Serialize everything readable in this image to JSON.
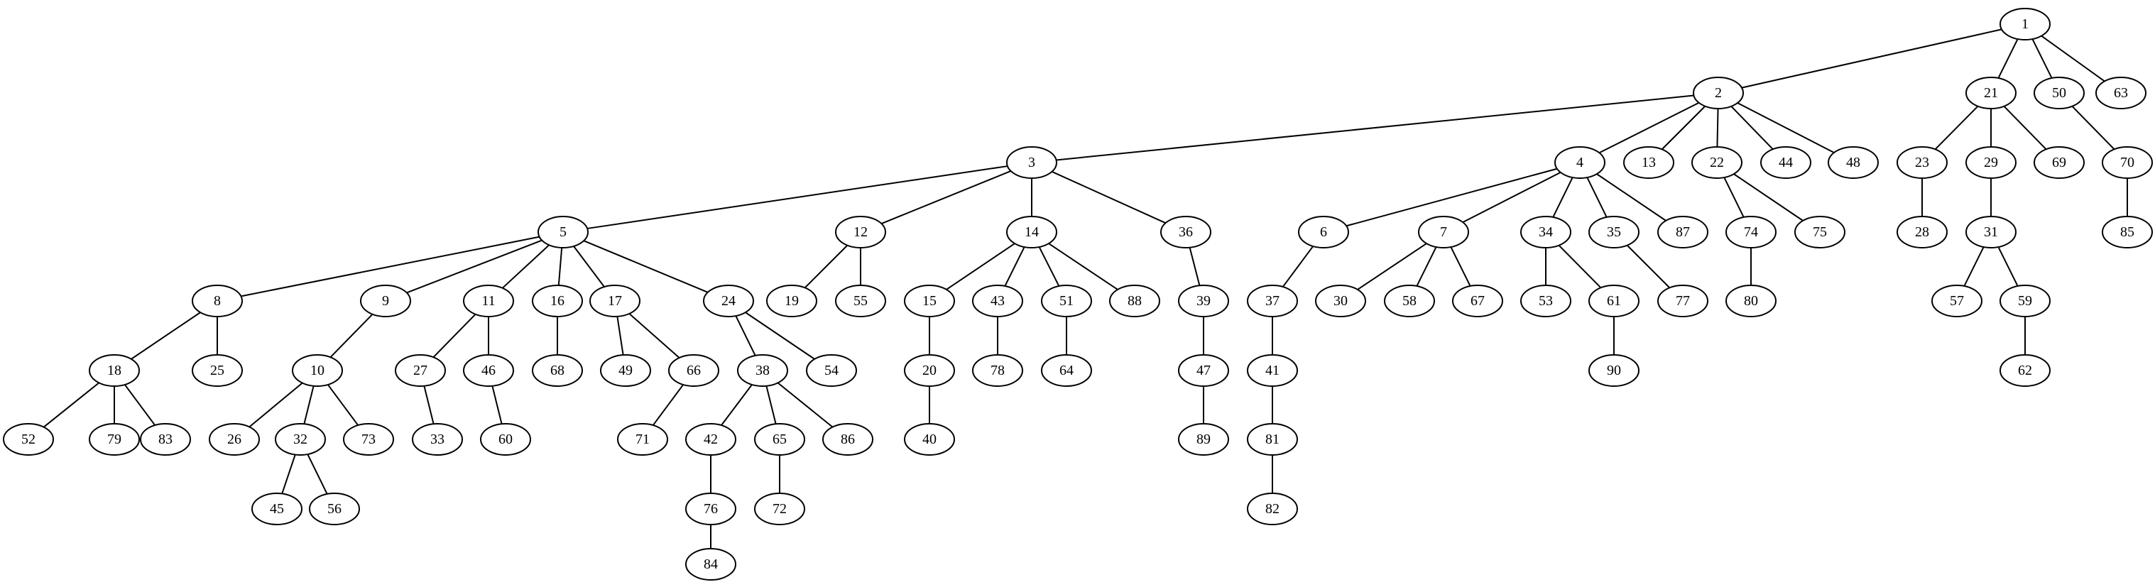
{
  "diagram": {
    "type": "tree",
    "nodes": [
      "1",
      "2",
      "3",
      "4",
      "5",
      "6",
      "7",
      "8",
      "9",
      "10",
      "11",
      "12",
      "13",
      "14",
      "15",
      "16",
      "17",
      "18",
      "19",
      "20",
      "21",
      "22",
      "23",
      "24",
      "25",
      "26",
      "27",
      "28",
      "29",
      "30",
      "31",
      "32",
      "33",
      "34",
      "35",
      "36",
      "37",
      "38",
      "39",
      "40",
      "41",
      "42",
      "43",
      "44",
      "45",
      "46",
      "47",
      "48",
      "49",
      "50",
      "51",
      "52",
      "53",
      "54",
      "55",
      "56",
      "57",
      "58",
      "59",
      "60",
      "61",
      "62",
      "63",
      "64",
      "65",
      "66",
      "67",
      "68",
      "69",
      "70",
      "71",
      "72",
      "73",
      "74",
      "75",
      "76",
      "77",
      "78",
      "79",
      "80",
      "81",
      "82",
      "83",
      "84",
      "85",
      "86",
      "87",
      "88",
      "89",
      "90"
    ],
    "edges": [
      [
        "1",
        "2"
      ],
      [
        "1",
        "21"
      ],
      [
        "1",
        "50"
      ],
      [
        "1",
        "63"
      ],
      [
        "2",
        "3"
      ],
      [
        "2",
        "4"
      ],
      [
        "2",
        "13"
      ],
      [
        "2",
        "22"
      ],
      [
        "2",
        "44"
      ],
      [
        "2",
        "48"
      ],
      [
        "21",
        "23"
      ],
      [
        "21",
        "29"
      ],
      [
        "21",
        "69"
      ],
      [
        "50",
        "70"
      ],
      [
        "3",
        "5"
      ],
      [
        "3",
        "12"
      ],
      [
        "3",
        "14"
      ],
      [
        "3",
        "36"
      ],
      [
        "4",
        "6"
      ],
      [
        "4",
        "7"
      ],
      [
        "4",
        "34"
      ],
      [
        "4",
        "35"
      ],
      [
        "4",
        "87"
      ],
      [
        "22",
        "74"
      ],
      [
        "22",
        "75"
      ],
      [
        "23",
        "28"
      ],
      [
        "29",
        "31"
      ],
      [
        "70",
        "85"
      ],
      [
        "5",
        "8"
      ],
      [
        "5",
        "9"
      ],
      [
        "5",
        "11"
      ],
      [
        "5",
        "16"
      ],
      [
        "5",
        "17"
      ],
      [
        "5",
        "24"
      ],
      [
        "12",
        "19"
      ],
      [
        "12",
        "55"
      ],
      [
        "14",
        "15"
      ],
      [
        "14",
        "43"
      ],
      [
        "14",
        "51"
      ],
      [
        "14",
        "88"
      ],
      [
        "36",
        "39"
      ],
      [
        "6",
        "37"
      ],
      [
        "7",
        "30"
      ],
      [
        "7",
        "58"
      ],
      [
        "7",
        "67"
      ],
      [
        "34",
        "53"
      ],
      [
        "34",
        "61"
      ],
      [
        "35",
        "77"
      ],
      [
        "74",
        "80"
      ],
      [
        "31",
        "57"
      ],
      [
        "31",
        "59"
      ],
      [
        "8",
        "18"
      ],
      [
        "8",
        "25"
      ],
      [
        "9",
        "10"
      ],
      [
        "11",
        "27"
      ],
      [
        "11",
        "46"
      ],
      [
        "16",
        "68"
      ],
      [
        "17",
        "49"
      ],
      [
        "17",
        "66"
      ],
      [
        "24",
        "38"
      ],
      [
        "24",
        "54"
      ],
      [
        "15",
        "20"
      ],
      [
        "43",
        "78"
      ],
      [
        "51",
        "64"
      ],
      [
        "39",
        "47"
      ],
      [
        "37",
        "41"
      ],
      [
        "61",
        "90"
      ],
      [
        "59",
        "62"
      ],
      [
        "18",
        "52"
      ],
      [
        "18",
        "79"
      ],
      [
        "18",
        "83"
      ],
      [
        "10",
        "26"
      ],
      [
        "10",
        "32"
      ],
      [
        "10",
        "73"
      ],
      [
        "27",
        "33"
      ],
      [
        "46",
        "60"
      ],
      [
        "66",
        "71"
      ],
      [
        "38",
        "42"
      ],
      [
        "38",
        "65"
      ],
      [
        "38",
        "86"
      ],
      [
        "20",
        "40"
      ],
      [
        "47",
        "89"
      ],
      [
        "41",
        "81"
      ],
      [
        "32",
        "45"
      ],
      [
        "32",
        "56"
      ],
      [
        "42",
        "76"
      ],
      [
        "65",
        "72"
      ],
      [
        "81",
        "82"
      ],
      [
        "76",
        "84"
      ]
    ]
  }
}
